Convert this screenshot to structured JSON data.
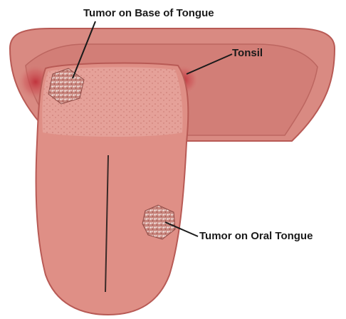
{
  "labels": {
    "tumor_base": "Tumor on Base of Tongue",
    "tonsil": "Tonsil",
    "tumor_oral": "Tumor on Oral Tongue"
  },
  "colors": {
    "throat_outer": "#d98a82",
    "throat_inner": "#c76a64",
    "tongue": "#df8f86",
    "tongue_edge": "#b85a55",
    "tonsil_red": "#c0303a",
    "base_patch": "#e6a59c",
    "tumor": "#c9877f",
    "leader_line": "#1a1a1a"
  }
}
